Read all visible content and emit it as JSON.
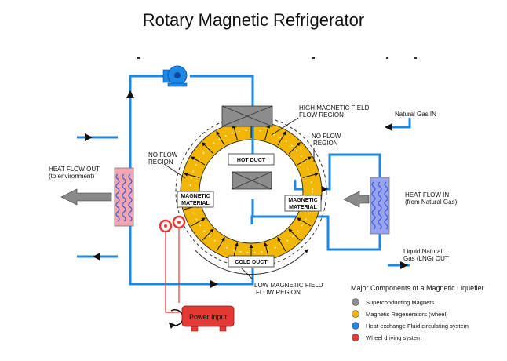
{
  "title": "Rotary Magnetic Refrigerator",
  "labels": {
    "high_field_1": "HIGH MAGNETIC FIELD",
    "high_field_2": "FLOW REGION",
    "no_flow_left_1": "NO FLOW",
    "no_flow_left_2": "REGION",
    "no_flow_right_1": "NO FLOW",
    "no_flow_right_2": "REGION",
    "hot_duct": "HOT DUCT",
    "cold_duct": "COLD DUCT",
    "mag_mat_left_1": "MAGNETIC",
    "mag_mat_left_2": "MATERIAL",
    "mag_mat_right_1": "MAGNETIC",
    "mag_mat_right_2": "MATERIAL",
    "heat_out_1": "HEAT FLOW OUT",
    "heat_out_2": "(to environment)",
    "heat_in_1": "HEAT FLOW IN",
    "heat_in_2": "(from  Natural Gas)",
    "gas_in": "Natural Gas IN",
    "lng_out_1": "Liquid Natural",
    "lng_out_2": "Gas (LNG) OUT",
    "low_field_1": "LOW  MAGNETIC FIELD",
    "low_field_2": "FLOW REGION",
    "power_input": "Power Input"
  },
  "legend": {
    "title": "Major Components of a Magnetic Liquefier",
    "items": [
      {
        "label": "Superconducting Magnets",
        "color": "#8c8c8c"
      },
      {
        "label": "Magnetic Regenerators  (wheel)",
        "color": "#f2b705"
      },
      {
        "label": "Heat-exchange Fluid circulating system",
        "color": "#1e88e5"
      },
      {
        "label": "Wheel driving system",
        "color": "#e53935"
      }
    ]
  },
  "colors": {
    "pipe": "#1e88e5",
    "wheel": "#f2b705",
    "magnet": "#8c8c8c",
    "drive": "#e53935",
    "hx_hot": "#f4a6b0",
    "hx_cold": "#9aa3f0"
  },
  "footnote": [
    "",
    "",
    ""
  ]
}
